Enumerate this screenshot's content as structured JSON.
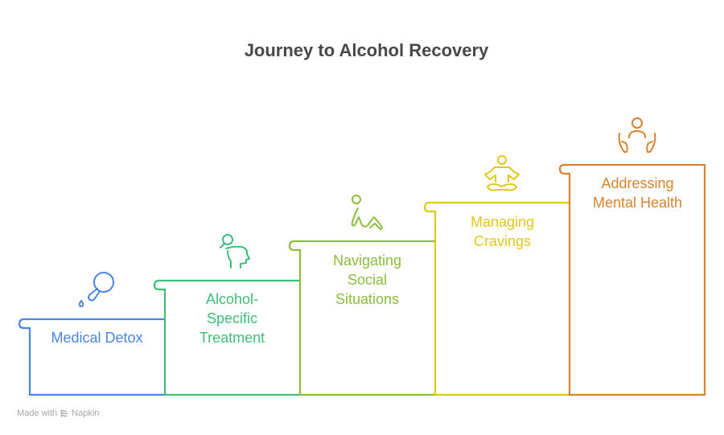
{
  "title": "Journey to Alcohol Recovery",
  "steps": [
    {
      "label": "Medical Detox",
      "color": "#4A86DE",
      "icon": "dropper-icon"
    },
    {
      "label": "Alcohol-\nSpecific\nTreatment",
      "color": "#3DBF7A",
      "icon": "head-search-icon"
    },
    {
      "label": "Navigating\nSocial\nSituations",
      "color": "#8BBE3C",
      "icon": "reclining-person-icon"
    },
    {
      "label": "Managing\nCravings",
      "color": "#E2C81A",
      "icon": "meditation-icon"
    },
    {
      "label": "Addressing\nMental Health",
      "color": "#D9822F",
      "icon": "supporting-hands-icon"
    }
  ],
  "footer": {
    "made_with": "Made with",
    "brand": "Napkin"
  }
}
